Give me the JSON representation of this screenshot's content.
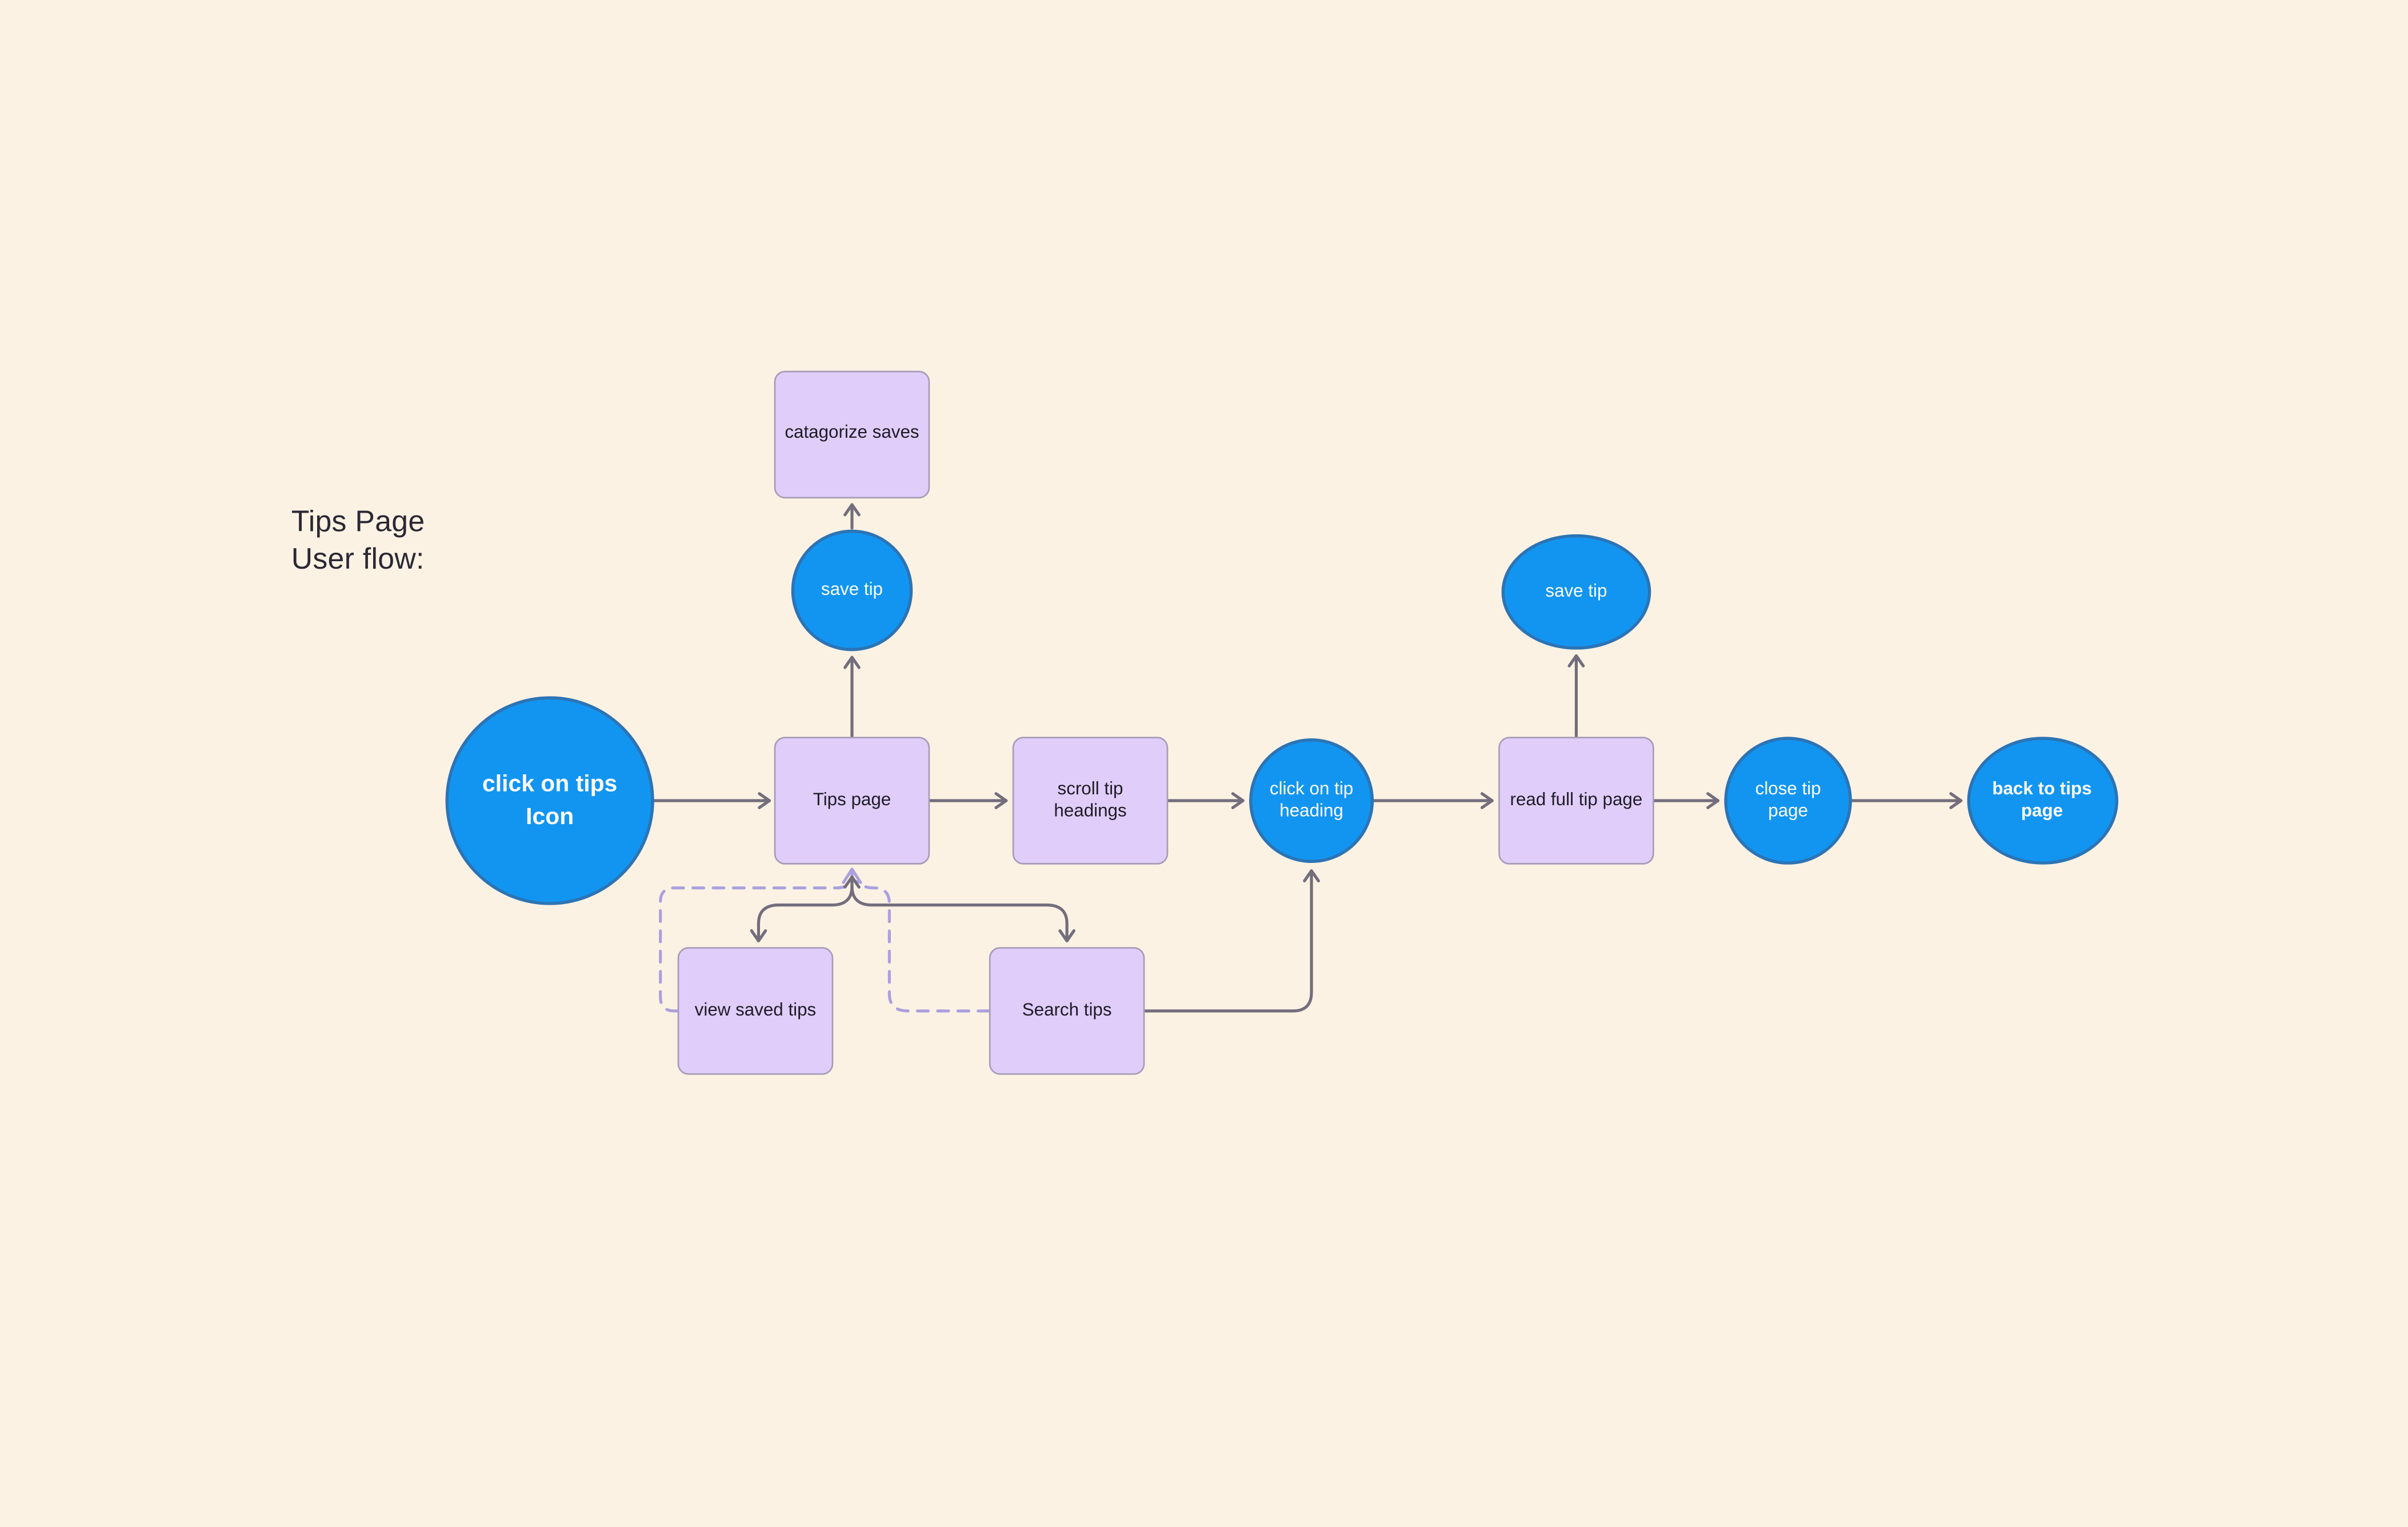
{
  "title": {
    "line1": "Tips Page",
    "line2": "User flow:"
  },
  "nodes": {
    "click_tips_icon": {
      "label": "click on tips Icon",
      "shape": "circle",
      "color": "blue"
    },
    "tips_page": {
      "label": "Tips page",
      "shape": "rect",
      "color": "lavender"
    },
    "catagorize_saves": {
      "label": "catagorize saves",
      "shape": "rect",
      "color": "lavender"
    },
    "save_tip_1": {
      "label": "save tip",
      "shape": "circle",
      "color": "blue"
    },
    "scroll_tip_headings": {
      "label": "scroll tip headings",
      "shape": "rect",
      "color": "lavender"
    },
    "click_on_tip_heading": {
      "label": "click on tip heading",
      "shape": "circle",
      "color": "blue"
    },
    "read_full_tip_page": {
      "label": "read full tip page",
      "shape": "rect",
      "color": "lavender"
    },
    "save_tip_2": {
      "label": "save tip",
      "shape": "ellipse",
      "color": "blue"
    },
    "close_tip_page": {
      "label": "close tip page",
      "shape": "circle",
      "color": "blue"
    },
    "back_to_tips_page": {
      "label": "back to tips page",
      "shape": "ellipse",
      "color": "blue"
    },
    "view_saved_tips": {
      "label": "view saved tips",
      "shape": "rect",
      "color": "lavender"
    },
    "search_tips": {
      "label": "Search tips",
      "shape": "rect",
      "color": "lavender"
    }
  },
  "connectors": [
    {
      "from": "click_tips_icon",
      "to": "tips_page",
      "style": "solid-arrow"
    },
    {
      "from": "tips_page",
      "to": "save_tip_1",
      "style": "solid-arrow"
    },
    {
      "from": "save_tip_1",
      "to": "catagorize_saves",
      "style": "solid-arrow"
    },
    {
      "from": "tips_page",
      "to": "scroll_tip_headings",
      "style": "solid-arrow"
    },
    {
      "from": "scroll_tip_headings",
      "to": "click_on_tip_heading",
      "style": "solid-arrow"
    },
    {
      "from": "click_on_tip_heading",
      "to": "read_full_tip_page",
      "style": "solid-arrow"
    },
    {
      "from": "read_full_tip_page",
      "to": "save_tip_2",
      "style": "solid-arrow"
    },
    {
      "from": "read_full_tip_page",
      "to": "close_tip_page",
      "style": "solid-arrow"
    },
    {
      "from": "close_tip_page",
      "to": "back_to_tips_page",
      "style": "solid-arrow"
    },
    {
      "from": "tips_page",
      "to": "view_saved_tips",
      "style": "solid-branch-arrow"
    },
    {
      "from": "tips_page",
      "to": "search_tips",
      "style": "solid-branch-arrow"
    },
    {
      "from": "branch_fork",
      "to": "tips_page",
      "style": "solid-arrow-up"
    },
    {
      "from": "search_tips",
      "to": "click_on_tip_heading",
      "style": "solid-arrow"
    },
    {
      "from": "view_saved_tips",
      "to": "tips_page",
      "style": "dashed-arrow"
    },
    {
      "from": "search_tips",
      "to": "tips_page",
      "style": "dashed"
    }
  ],
  "palette": {
    "background": "#FCF2E4",
    "blue_fill": "#1295F1",
    "blue_border": "#2C74B5",
    "lavender_fill": "#E0CDFA",
    "lavender_border": "#A79DB8",
    "connector_solid": "#736D7C",
    "connector_dashed": "#ABA0DD",
    "text_dark": "#1E1C26",
    "text_light": "#FDFDFE",
    "title_color": "#2A2833"
  }
}
